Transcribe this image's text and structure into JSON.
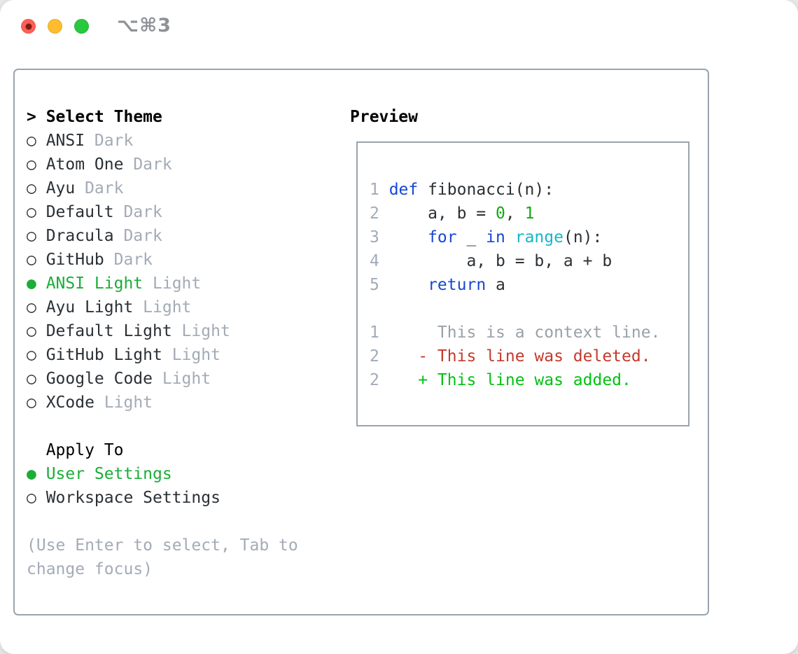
{
  "window": {
    "title": "⌥⌘3",
    "traffic_lights": [
      {
        "name": "close-button",
        "color": "#ff5f57",
        "dot": "#7e1d15"
      },
      {
        "name": "minimize-button",
        "color": "#febc2e",
        "dot": ""
      },
      {
        "name": "zoom-button",
        "color": "#28c840",
        "dot": ""
      }
    ]
  },
  "colors": {
    "text": "#2b3035",
    "heading": "#000000",
    "muted": "#a3abb6",
    "selected_green": "#1bad38",
    "kw_blue": "#1648d2",
    "builtin_cyan": "#14b8c4",
    "num_green": "#0cac10",
    "diff_add": "#02c112",
    "diff_del": "#c43a2c",
    "diff_context": "#9aa1a9",
    "line_number": "#a2abb8",
    "border": "#9aa4ae",
    "titlebar_text": "#8e9196"
  },
  "theme_panel": {
    "title_prefix": "> ",
    "title": "Select Theme",
    "items": [
      {
        "marker": "○",
        "name": "ANSI",
        "variant": "Dark",
        "selected": false
      },
      {
        "marker": "○",
        "name": "Atom One",
        "variant": "Dark",
        "selected": false
      },
      {
        "marker": "○",
        "name": "Ayu",
        "variant": "Dark",
        "selected": false
      },
      {
        "marker": "○",
        "name": "Default",
        "variant": "Dark",
        "selected": false
      },
      {
        "marker": "○",
        "name": "Dracula",
        "variant": "Dark",
        "selected": false
      },
      {
        "marker": "○",
        "name": "GitHub",
        "variant": "Dark",
        "selected": false
      },
      {
        "marker": "●",
        "name": "ANSI Light",
        "variant": "Light",
        "selected": true
      },
      {
        "marker": "○",
        "name": "Ayu Light",
        "variant": "Light",
        "selected": false
      },
      {
        "marker": "○",
        "name": "Default Light",
        "variant": "Light",
        "selected": false
      },
      {
        "marker": "○",
        "name": "GitHub Light",
        "variant": "Light",
        "selected": false
      },
      {
        "marker": "○",
        "name": "Google Code",
        "variant": "Light",
        "selected": false
      },
      {
        "marker": "○",
        "name": "XCode",
        "variant": "Light",
        "selected": false
      }
    ],
    "apply_to": {
      "label": "Apply To",
      "options": [
        {
          "marker": "●",
          "label": "User Settings",
          "selected": true
        },
        {
          "marker": "○",
          "label": "Workspace Settings",
          "selected": false
        }
      ]
    },
    "help_lines": [
      "(Use Enter to select, Tab to",
      "change focus)"
    ]
  },
  "preview": {
    "title": "Preview",
    "code_lines": [
      {
        "num": "1",
        "tokens": [
          {
            "t": "def",
            "c": "kw"
          },
          {
            "t": " fibonacci(n):",
            "c": "plain"
          }
        ]
      },
      {
        "num": "2",
        "tokens": [
          {
            "t": "    a, b = ",
            "c": "plain"
          },
          {
            "t": "0",
            "c": "num"
          },
          {
            "t": ", ",
            "c": "plain"
          },
          {
            "t": "1",
            "c": "num"
          }
        ]
      },
      {
        "num": "3",
        "tokens": [
          {
            "t": "    ",
            "c": "plain"
          },
          {
            "t": "for",
            "c": "kw"
          },
          {
            "t": " _ ",
            "c": "plain"
          },
          {
            "t": "in",
            "c": "kw"
          },
          {
            "t": " ",
            "c": "plain"
          },
          {
            "t": "range",
            "c": "builtin"
          },
          {
            "t": "(n):",
            "c": "plain"
          }
        ]
      },
      {
        "num": "4",
        "tokens": [
          {
            "t": "        a, b = b, a + b",
            "c": "plain"
          }
        ]
      },
      {
        "num": "5",
        "tokens": [
          {
            "t": "    ",
            "c": "plain"
          },
          {
            "t": "return",
            "c": "kw"
          },
          {
            "t": " a",
            "c": "plain"
          }
        ]
      }
    ],
    "diff_lines": [
      {
        "num": "1",
        "marker": " ",
        "text": "This is a context line.",
        "kind": "context"
      },
      {
        "num": "2",
        "marker": "-",
        "text": "This line was deleted.",
        "kind": "del"
      },
      {
        "num": "2",
        "marker": "+",
        "text": "This line was added.",
        "kind": "add"
      }
    ]
  }
}
